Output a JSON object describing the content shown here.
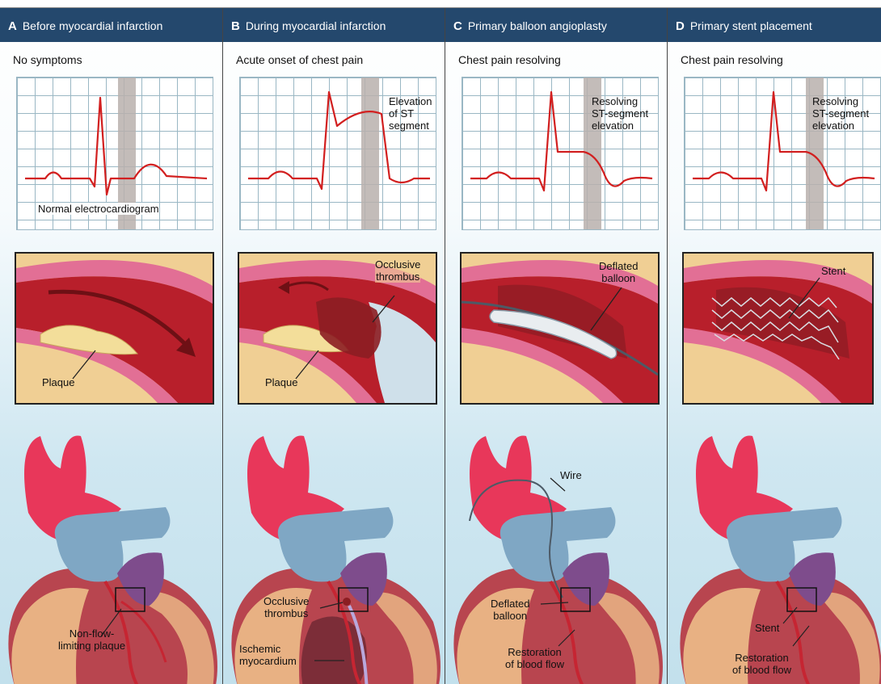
{
  "panels": [
    {
      "letter": "A",
      "title": "Before myocardial infarction",
      "symptom": "No symptoms",
      "ecg_label": "Normal electrocardiogram",
      "artery_label": "Plaque",
      "heart_label_1": "Non-flow-\nlimiting plaque",
      "heart_label_2": ""
    },
    {
      "letter": "B",
      "title": "During myocardial infarction",
      "symptom": "Acute onset of chest pain",
      "ecg_label": "Elevation\nof ST\nsegment",
      "artery_label": "Plaque",
      "artery_label_2": "Occlusive\nthrombus",
      "heart_label_1": "Occlusive\nthrombus",
      "heart_label_2": "Ischemic\nmyocardium"
    },
    {
      "letter": "C",
      "title": "Primary balloon angioplasty",
      "symptom": "Chest pain resolving",
      "ecg_label": "Resolving\nST-segment\nelevation",
      "artery_label": "Deflated\nballoon",
      "heart_label_wire": "Wire",
      "heart_label_1": "Deflated\nballoon",
      "heart_label_2": "Restoration\nof blood flow"
    },
    {
      "letter": "D",
      "title": "Primary stent placement",
      "symptom": "Chest pain resolving",
      "ecg_label": "Resolving\nST-segment\nelevation",
      "artery_label": "Stent",
      "heart_label_1": "Stent",
      "heart_label_2": "Restoration\nof blood flow"
    }
  ],
  "colors": {
    "header_bg": "#24486d",
    "ecg_trace": "#d21f1f",
    "grid": "#9ab7c4",
    "st_band": "#b9b0ad",
    "vessel_wall": "#e26f95",
    "lumen": "#b81f2b",
    "plaque": "#f3de9a",
    "aorta": "#e8375a",
    "vena_cava": "#7fa7c4",
    "atrium": "#7e4c8c",
    "myocardium": "#b8454f",
    "fat": "#f0c48c"
  },
  "icons": [
    "arrow-right-icon"
  ]
}
